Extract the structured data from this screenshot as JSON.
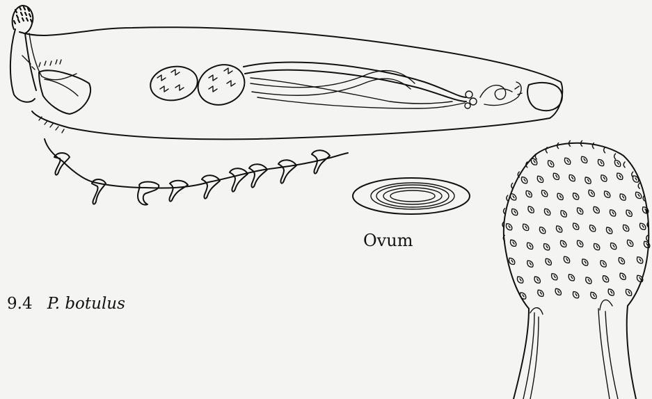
{
  "figure": {
    "number": "9.4",
    "species": "P. botulus"
  },
  "labels": {
    "ovum": "Ovum"
  }
}
